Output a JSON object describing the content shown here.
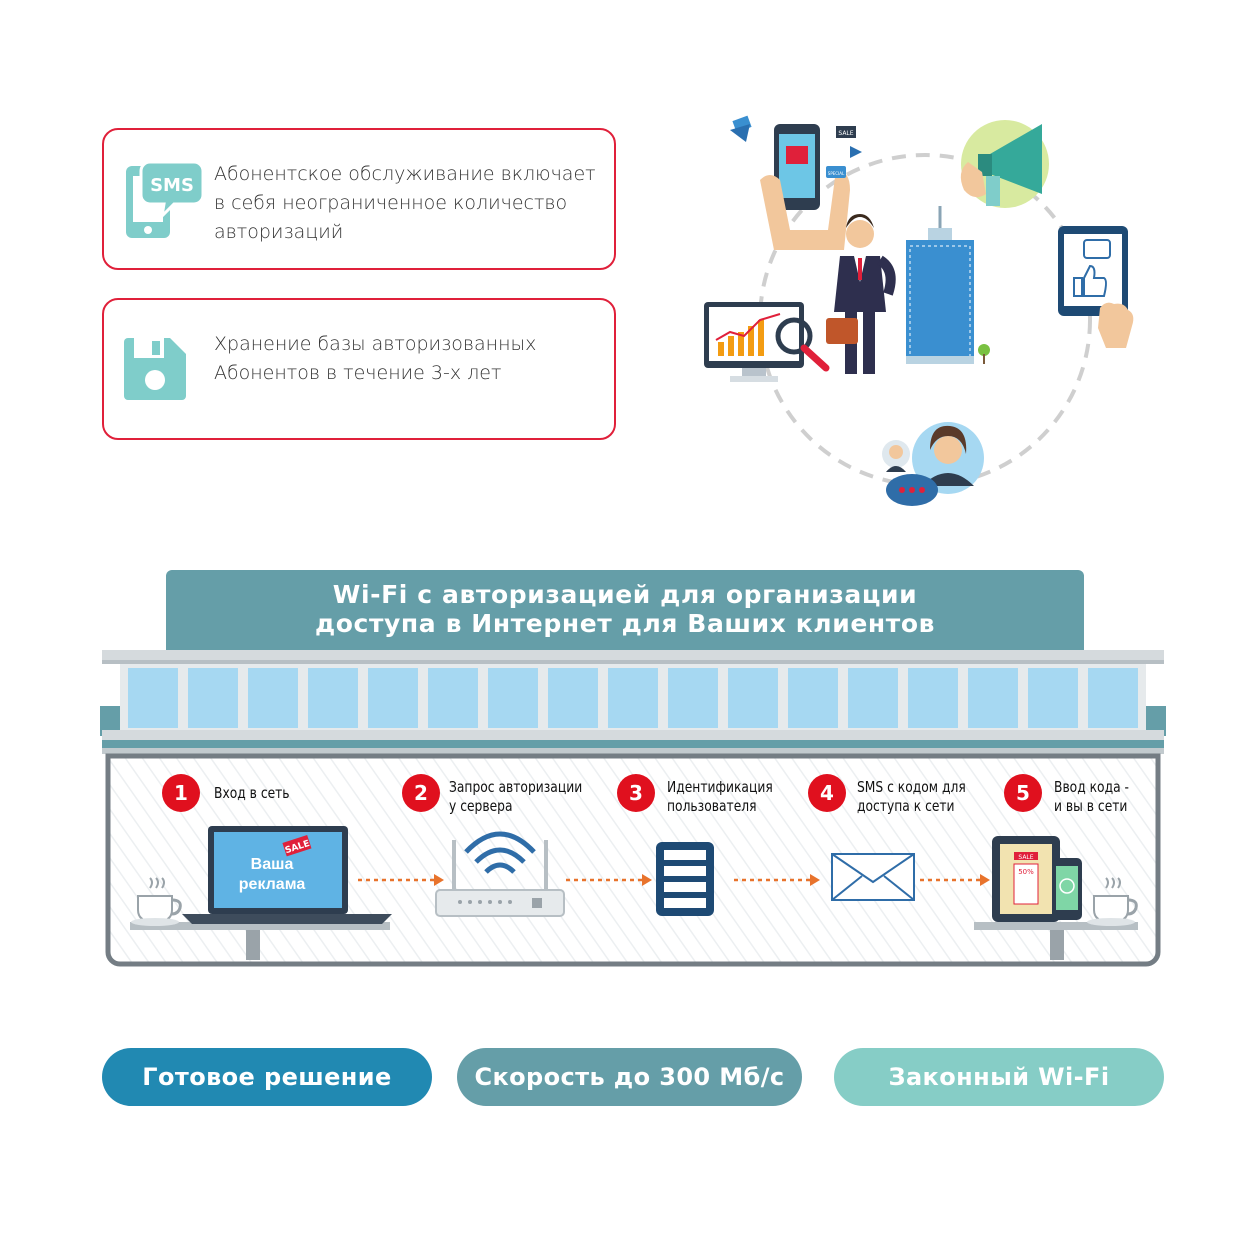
{
  "features": [
    {
      "text_lines": [
        "Абонентское обслуживание включает",
        "в себя неограниченное количество",
        "авторизаций"
      ],
      "icon": "sms-phone-icon",
      "icon_text": "SMS"
    },
    {
      "text_lines": [
        "Хранение базы авторизованных",
        "Абонентов в течение 3-х лет"
      ],
      "icon": "floppy-disk-icon"
    }
  ],
  "illustration": {
    "laptop_screen_text_lines": [
      "Ваша",
      "реклама"
    ],
    "laptop_sale_tag": "SALE",
    "tablet_sale_tag": "SALE",
    "tablet_discount": "50%",
    "phone_sale_tag": "SALE",
    "phone_special_tag": "SPECIAL"
  },
  "banner": {
    "line1": "Wi-Fi с авторизацией для организации",
    "line2": "доступа в Интернет для Ваших клиентов"
  },
  "steps": [
    {
      "num": "1",
      "lines": [
        "Вход в сеть"
      ]
    },
    {
      "num": "2",
      "lines": [
        "Запрос авторизации",
        "у сервера"
      ]
    },
    {
      "num": "3",
      "lines": [
        "Идентификация",
        "пользователя"
      ]
    },
    {
      "num": "4",
      "lines": [
        "SMS с кодом для",
        "доступа к сети"
      ]
    },
    {
      "num": "5",
      "lines": [
        "Ввод кода -",
        "и вы в сети"
      ]
    }
  ],
  "pills": [
    {
      "label": "Готовое решение",
      "color": "#2189b2"
    },
    {
      "label": "Скорость до 300 Мб/с",
      "color": "#659ea8"
    },
    {
      "label": "Законный Wi-Fi",
      "color": "#86cdc6"
    }
  ],
  "colors": {
    "accent_red": "#e0101e",
    "teal": "#659ea8",
    "icon_teal": "#7fcdca",
    "arrow_orange": "#e8732c",
    "window_blue": "#a6d8f2"
  }
}
